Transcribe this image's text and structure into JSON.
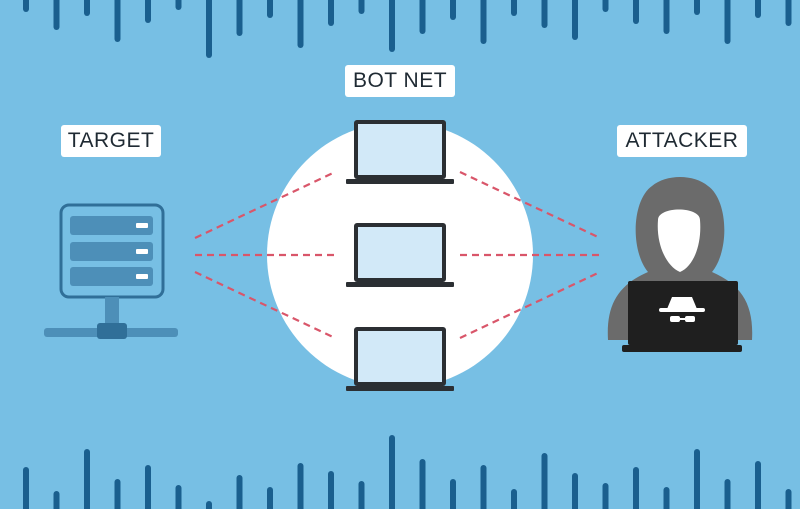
{
  "labels": {
    "botnet": "BOT NET",
    "target": "TARGET",
    "attacker": "ATTACKER"
  },
  "colors": {
    "background": "#77bfe4",
    "bars": "#1a5f8e",
    "server_fill": "#4d8fb8",
    "server_stroke": "#306f98",
    "laptop_frame": "#2b2f33",
    "laptop_screen": "#d2e9f8",
    "connection_line": "#d9566a",
    "circle": "#ffffff",
    "hood": "#6b6b6b",
    "attacker_laptop": "#1f1f1f"
  },
  "icons": {
    "target": "server-icon",
    "botnet": "laptop-icon",
    "attacker": "hooded-hacker-icon",
    "attacker_badge": "spy-hat-icon"
  }
}
